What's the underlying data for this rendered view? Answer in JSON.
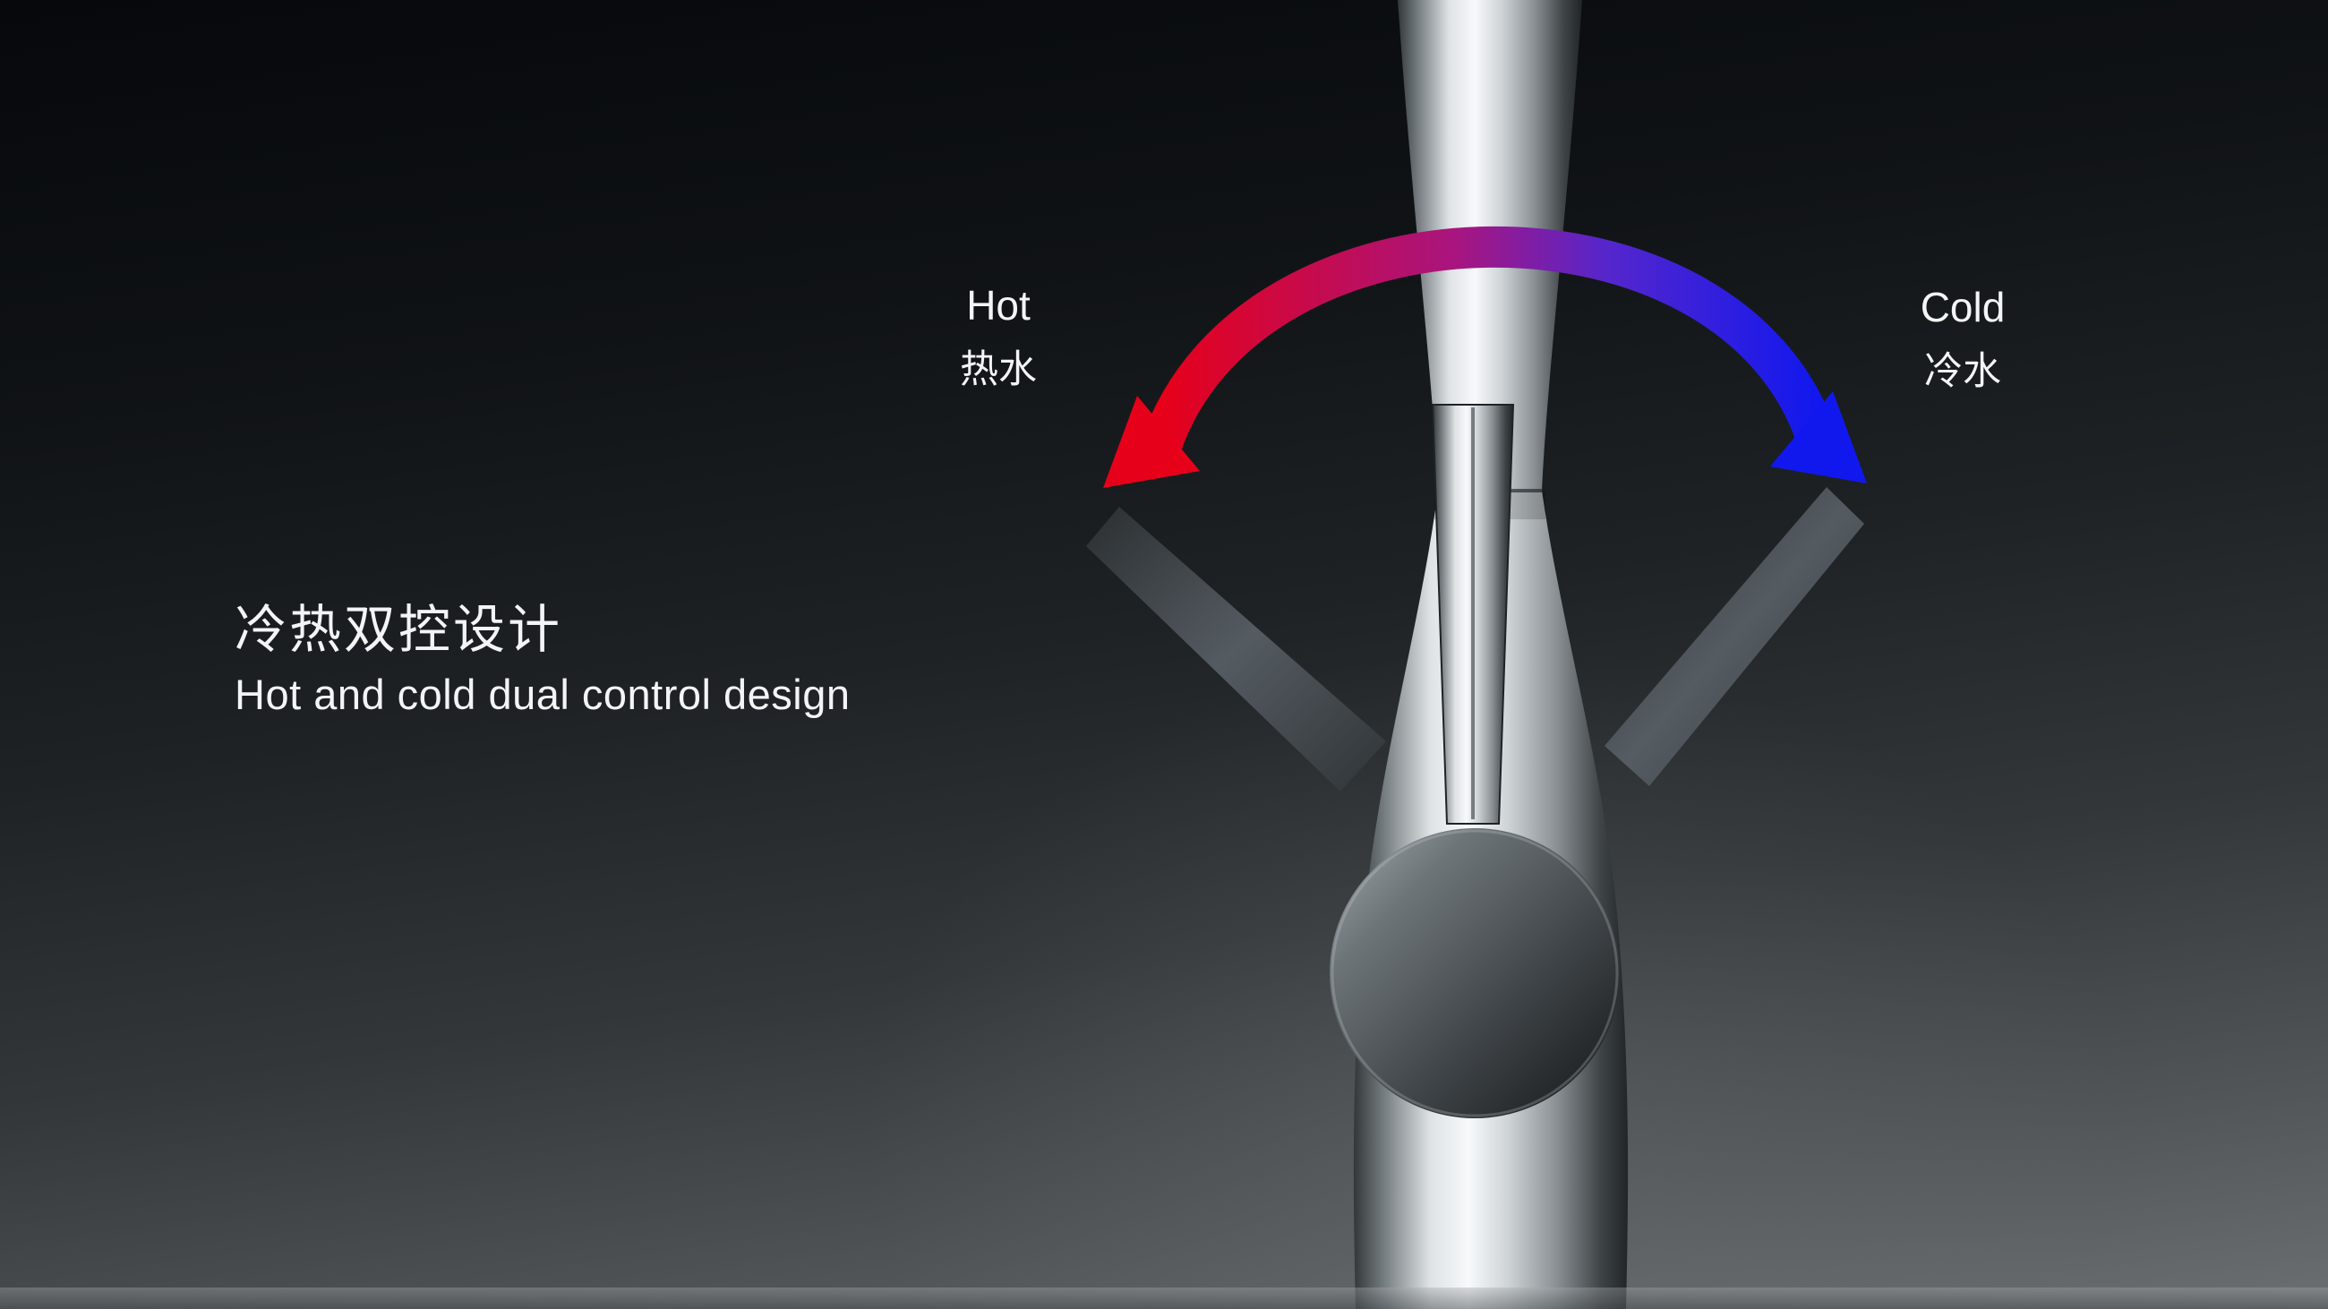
{
  "slide": {
    "heading": {
      "zh": "冷热双控设计",
      "en": "Hot and cold dual control design"
    },
    "hot_label": {
      "en": "Hot",
      "zh": "热水"
    },
    "cold_label": {
      "en": "Cold",
      "zh": "冷水"
    },
    "colors": {
      "hot": "#e60019",
      "gradient_mid_1": "#a8157f",
      "gradient_mid_2": "#5526cc",
      "cold": "#1118ee",
      "text": "#f3f4f5",
      "background_top": "#06080b",
      "background_bottom": "#6b6f72"
    },
    "icons": {
      "arrow": "hot-cold-gradient-arc-arrow",
      "product": "kitchen-faucet-photo"
    }
  }
}
